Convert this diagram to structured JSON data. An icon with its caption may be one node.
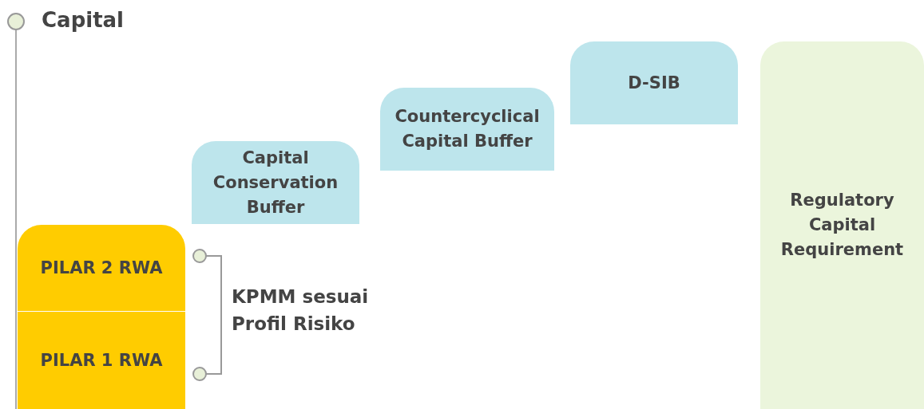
{
  "diagram": {
    "nodes": [
      {
        "text": [
          "PILAR 2 RWA"
        ]
      },
      {
        "text": [
          "PILAR 1 RWA"
        ]
      },
      {
        "text": [
          "Capital Conservation Buffer"
        ]
      },
      {
        "text": [
          "Countercyclical Capital Buffer"
        ]
      },
      {
        "text": [
          "D-SIB"
        ]
      },
      {
        "text": [
          "Regulatory Capital Requirement"
        ]
      }
    ],
    "edges": [],
    "labels": [
      "Capital",
      "KPMM sesuai Profil Risiko"
    ]
  }
}
